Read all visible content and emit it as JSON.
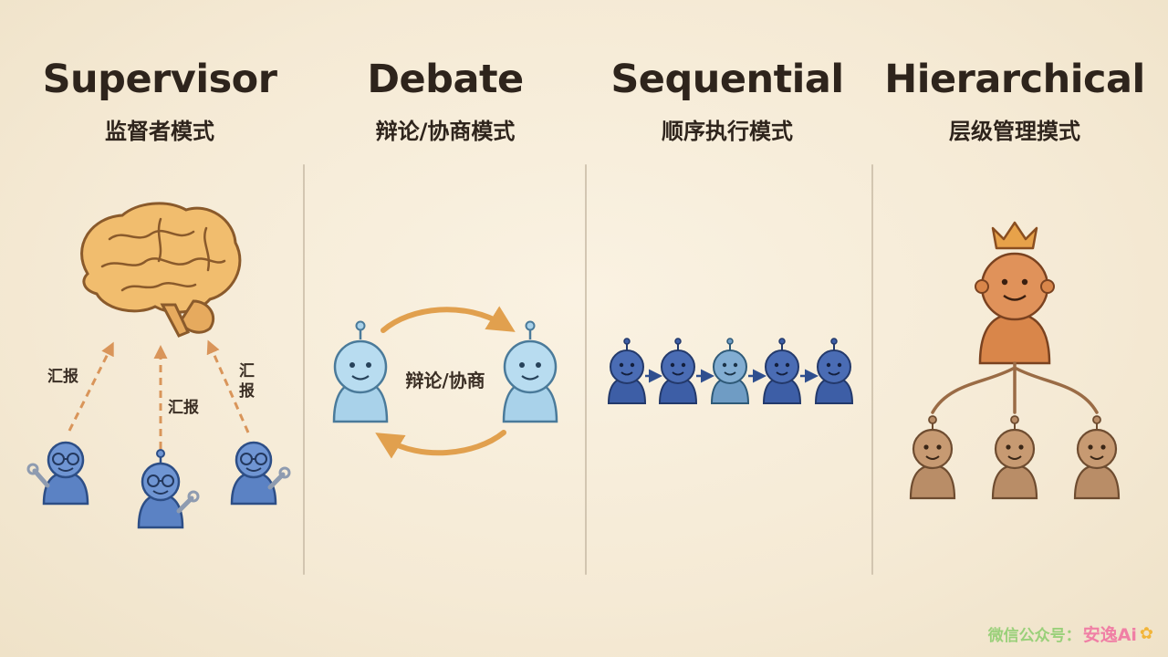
{
  "patterns": [
    {
      "title": "Supervisor",
      "subtitle": "监督者模式"
    },
    {
      "title": "Debate",
      "subtitle": "辩论/协商模式"
    },
    {
      "title": "Sequential",
      "subtitle": "顺序执行模式"
    },
    {
      "title": "Hierarchical",
      "subtitle": "层级管理摸式"
    }
  ],
  "supervisor": {
    "report_label_1": "汇报",
    "report_label_2": "汇报",
    "report_label_3a": "汇",
    "report_label_3b": "报"
  },
  "debate": {
    "center_label": "辩论/协商"
  },
  "watermark": {
    "prefix": "微信公众号：",
    "name": "安逸Ai",
    "icon": "bird-icon"
  },
  "colors": {
    "brain": "#f1bd6e",
    "worker_blue": "#5b82c4",
    "debate_light_blue": "#a9d2ea",
    "sequential_navy": "#3d5ea6",
    "leader_orange": "#d9864a",
    "subordinate_brown": "#b98d67",
    "arrow_orange": "#d9955a"
  }
}
